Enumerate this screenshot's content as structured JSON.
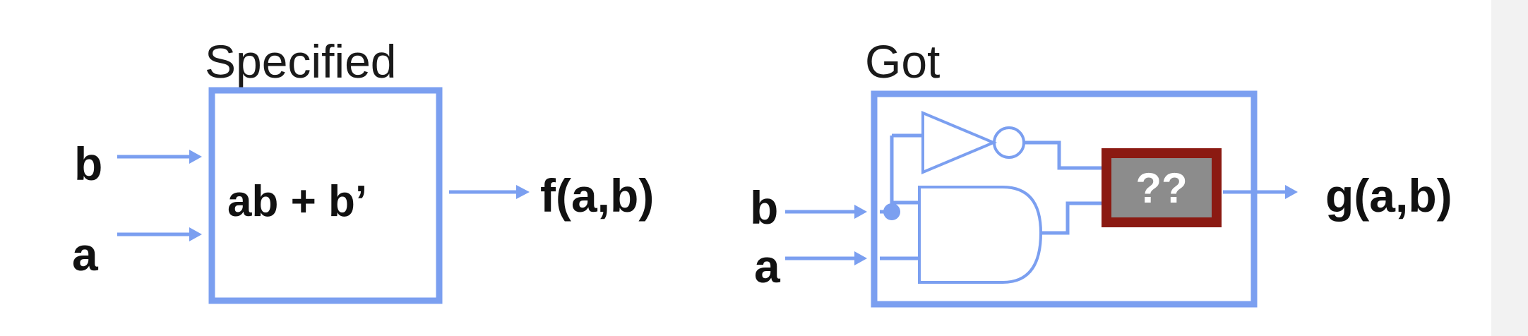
{
  "specified": {
    "title": "Specified",
    "input_b": "b",
    "input_a": "a",
    "expression": "ab + b’",
    "output": "f(a,b)"
  },
  "got": {
    "title": "Got",
    "input_b": "b",
    "input_a": "a",
    "unknown_block": "??",
    "output": "g(a,b)"
  },
  "colors": {
    "wire": "#7b9ff0",
    "unknown_block_border": "#8b1a12",
    "unknown_block_fill": "#8c8c8c"
  }
}
